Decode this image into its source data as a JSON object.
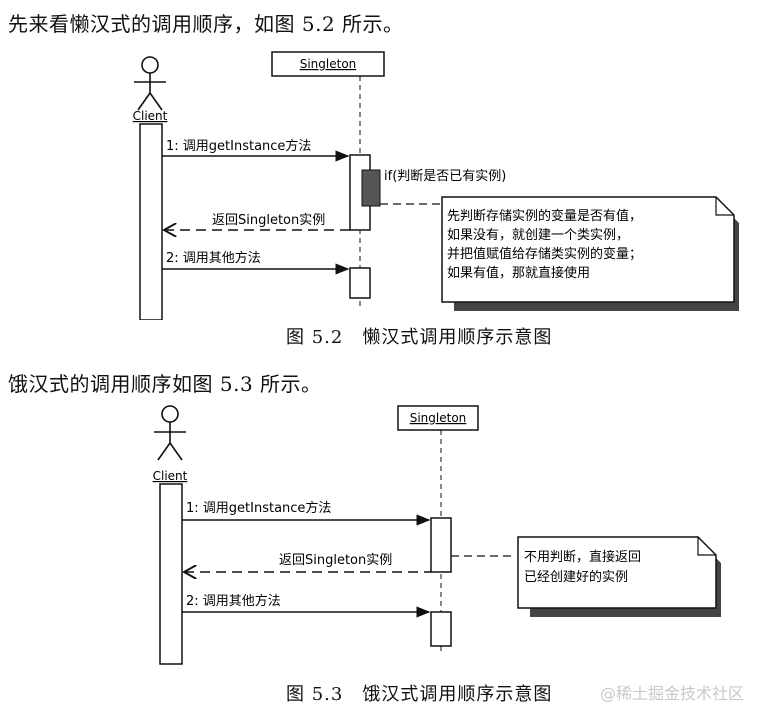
{
  "intro1": "先来看懒汉式的调用顺序，如图 5.2 所示。",
  "intro2": "饿汉式的调用顺序如图 5.3 所示。",
  "diagram1": {
    "actor": "Client",
    "object": "Singleton",
    "msg1": "1: 调用getInstance方法",
    "cond": "if(判断是否已有实例)",
    "ret": "返回Singleton实例",
    "msg2": "2: 调用其他方法",
    "note": [
      "先判断存储实例的变量是否有值，",
      "如果没有，就创建一个类实例，",
      "并把值赋值给存储类实例的变量；",
      "如果有值，那就直接使用"
    ],
    "caption": "图 5.2　懒汉式调用顺序示意图"
  },
  "diagram2": {
    "actor": "Client",
    "object": "Singleton",
    "msg1": "1: 调用getInstance方法",
    "ret": "返回Singleton实例",
    "msg2": "2: 调用其他方法",
    "note": [
      "不用判断，直接返回",
      "已经创建好的实例"
    ],
    "caption": "图 5.3　饿汉式调用顺序示意图"
  },
  "watermark": "@稀土掘金技术社区"
}
